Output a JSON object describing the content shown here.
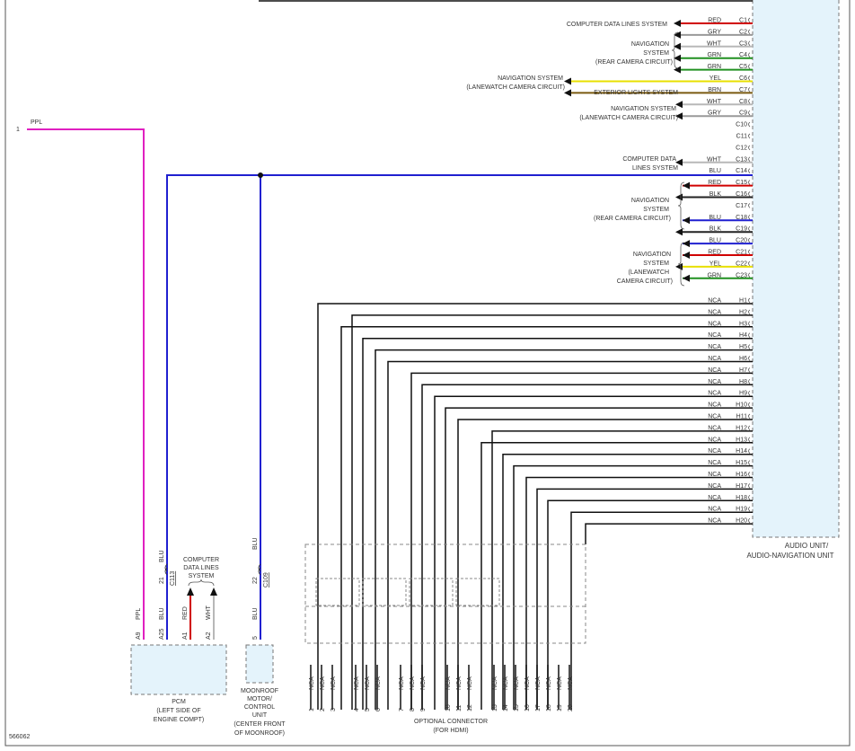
{
  "diagram_id": "566062",
  "audio_unit": {
    "label_line1": "AUDIO UNIT/",
    "label_line2": "AUDIO-NAVIGATION UNIT"
  },
  "c_pins": [
    {
      "pin": "C1",
      "wire": "RED",
      "color": "#d00000",
      "dir": "out"
    },
    {
      "pin": "C2",
      "wire": "GRY",
      "color": "#999999",
      "dir": "out"
    },
    {
      "pin": "C3",
      "wire": "WHT",
      "color": "#b8b8b8",
      "dir": "out"
    },
    {
      "pin": "C4",
      "wire": "GRN",
      "color": "#209020",
      "dir": "out"
    },
    {
      "pin": "C5",
      "wire": "GRN",
      "color": "#209020",
      "dir": "out"
    },
    {
      "pin": "C6",
      "wire": "YEL",
      "color": "#e8e000",
      "dir": "out"
    },
    {
      "pin": "C7",
      "wire": "BRN",
      "color": "#7a5a10",
      "dir": "out"
    },
    {
      "pin": "C8",
      "wire": "WHT",
      "color": "#b8b8b8",
      "dir": "out"
    },
    {
      "pin": "C9",
      "wire": "GRY",
      "color": "#999999",
      "dir": "out"
    },
    {
      "pin": "C10",
      "wire": "",
      "color": "",
      "dir": ""
    },
    {
      "pin": "C11",
      "wire": "",
      "color": "",
      "dir": ""
    },
    {
      "pin": "C12",
      "wire": "",
      "color": "",
      "dir": ""
    },
    {
      "pin": "C13",
      "wire": "WHT",
      "color": "#b8b8b8",
      "dir": "out"
    },
    {
      "pin": "C14",
      "wire": "BLU",
      "color": "#2020d0",
      "dir": "bus"
    },
    {
      "pin": "C15",
      "wire": "RED",
      "color": "#d00000",
      "dir": "in"
    },
    {
      "pin": "C16",
      "wire": "BLK",
      "color": "#222222",
      "dir": "out"
    },
    {
      "pin": "C17",
      "wire": "",
      "color": "",
      "dir": ""
    },
    {
      "pin": "C18",
      "wire": "BLU",
      "color": "#2020d0",
      "dir": "in"
    },
    {
      "pin": "C19",
      "wire": "BLK",
      "color": "#222222",
      "dir": "out"
    },
    {
      "pin": "C20",
      "wire": "BLU",
      "color": "#2020d0",
      "dir": "in"
    },
    {
      "pin": "C21",
      "wire": "RED",
      "color": "#d00000",
      "dir": "in"
    },
    {
      "pin": "C22",
      "wire": "YEL",
      "color": "#e8e000",
      "dir": "out"
    },
    {
      "pin": "C23",
      "wire": "GRN",
      "color": "#209020",
      "dir": "in"
    }
  ],
  "h_pins": {
    "wire": "NCA",
    "pins": [
      "H1",
      "H2",
      "H3",
      "H4",
      "H5",
      "H6",
      "H7",
      "H8",
      "H9",
      "H10",
      "H11",
      "H12",
      "H13",
      "H14",
      "H15",
      "H16",
      "H17",
      "H18",
      "H19",
      "H20"
    ]
  },
  "system_labels": {
    "computer_data_1": "COMPUTER DATA LINES SYSTEM",
    "nav_rear": [
      "NAVIGATION",
      "SYSTEM",
      "(REAR CAMERA CIRCUIT)"
    ],
    "nav_lane_1": [
      "NAVIGATION SYSTEM",
      "(LANEWATCH CAMERA CIRCUIT)"
    ],
    "exterior": "EXTERIOR LIGHTS SYSTEM",
    "nav_lane_2": [
      "NAVIGATION SYSTEM",
      "(LANEWATCH CAMERA CIRCUIT)"
    ],
    "computer_data_2": [
      "COMPUTER DATA",
      "LINES SYSTEM"
    ],
    "nav_rear_2": [
      "NAVIGATION",
      "SYSTEM",
      "(REAR CAMERA CIRCUIT)"
    ],
    "nav_lane_3": [
      "NAVIGATION",
      "SYSTEM",
      "(LANEWATCH",
      "CAMERA CIRCUIT)"
    ]
  },
  "left_wire": {
    "pin": "1",
    "wire": "PPL",
    "color": "#e020c0"
  },
  "pcm": {
    "label": [
      "PCM",
      "(LEFT SIDE OF",
      "ENGINE COMPT)"
    ],
    "pins": [
      {
        "pin": "A9",
        "wire": "PPL"
      },
      {
        "pin": "A25",
        "wire": "BLU"
      },
      {
        "pin": "A1",
        "wire": "RED"
      },
      {
        "pin": "A2",
        "wire": "WHT"
      }
    ],
    "connector_pin": "21",
    "connector": "C113",
    "wire_above": "BLU",
    "sub_label": [
      "COMPUTER",
      "DATA LINES",
      "SYSTEM"
    ]
  },
  "moonroof": {
    "label": [
      "MOONROOF",
      "MOTOR/",
      "CONTROL",
      "UNIT",
      "(CENTER FRONT",
      "OF MOONROOF)"
    ],
    "pin": "5",
    "wire": "BLU",
    "connector_pin": "22",
    "connector": "C109",
    "wire_above": "BLU"
  },
  "optional_connector": {
    "label": [
      "OPTIONAL CONNECTOR",
      "(FOR HDMI)"
    ],
    "wire": "NCA",
    "pins": [
      "1",
      "2",
      "3",
      "4",
      "5",
      "6",
      "7",
      "8",
      "9",
      "10",
      "11",
      "12",
      "13",
      "14",
      "15",
      "16",
      "17",
      "18",
      "19",
      "20"
    ]
  }
}
